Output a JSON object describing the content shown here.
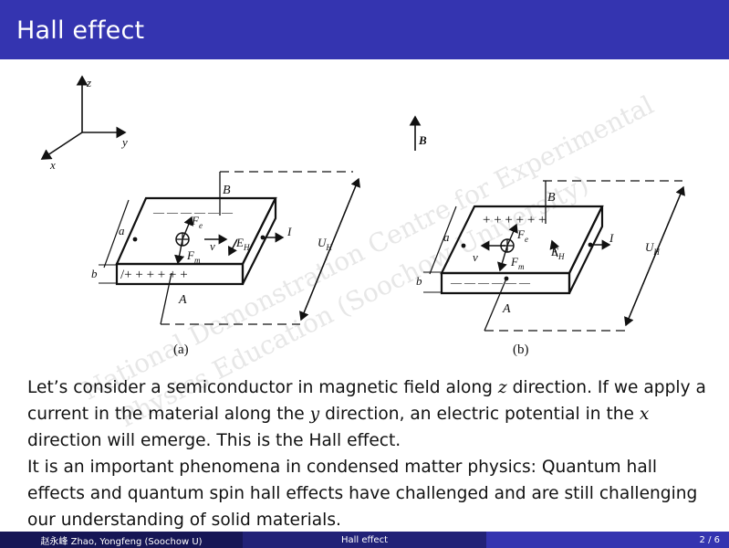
{
  "title": "Hall effect",
  "watermark": {
    "line1": "National Demonstration Centre for Experimental",
    "line2": "Physics Education (Soochow University)"
  },
  "figure": {
    "axes": {
      "z": "z",
      "y": "y",
      "x": "x"
    },
    "field_label": "B",
    "panel_a": {
      "top_face": "B",
      "bottom_face": "A",
      "dim_a": "a",
      "dim_b": "b",
      "force_e": "F",
      "force_e_sub": "e",
      "force_m": "F",
      "force_m_sub": "m",
      "velocity": "v",
      "field": "E",
      "field_sub": "H",
      "current": "I",
      "voltage": "U",
      "voltage_sub": "H",
      "top_charges": "— — — — — —",
      "bottom_charges": "/+ + + + + +",
      "caption": "(a)"
    },
    "panel_b": {
      "top_face": "B",
      "bottom_face": "A",
      "dim_a": "a",
      "dim_b": "b",
      "force_e": "F",
      "force_e_sub": "e",
      "force_m": "F",
      "force_m_sub": "m",
      "velocity": "v",
      "field": "E",
      "field_sub": "H",
      "current": "I",
      "voltage": "U",
      "voltage_sub": "H",
      "top_charges": "+ + + + + +",
      "bottom_charges": "— — — — — —",
      "caption": "(b)"
    }
  },
  "body": {
    "p1_a": "Let’s consider a semiconductor in magnetic field along ",
    "p1_z": "z",
    "p1_b": " direction. If we apply a current in the material along the ",
    "p1_y": "y",
    "p1_c": " direction, an electric potential in the ",
    "p1_x": "x",
    "p1_d": " direction will emerge. This is the Hall effect.",
    "p2": "It is an important phenomena in condensed matter physics: Quantum hall effects and quantum spin hall effects have challenged and are still challenging our understanding of solid materials."
  },
  "footer": {
    "author": "赵永峰 Zhao, Yongfeng (Soochow U)",
    "short_title": "Hall effect",
    "page": "2 / 6"
  }
}
